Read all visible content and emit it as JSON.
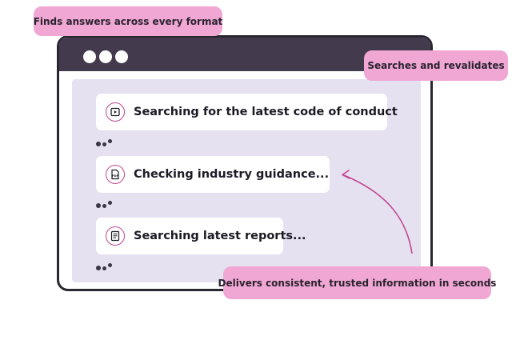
{
  "callouts": {
    "formats": "Finds answers across every format",
    "revalidate": "Searches and revalidates",
    "delivers": "Delivers consistent, trusted information in seconds"
  },
  "window": {
    "items": [
      {
        "icon": "video-play-icon",
        "label": "Searching for the latest code of conduct"
      },
      {
        "icon": "pdf-file-icon",
        "label": "Checking industry guidance..."
      },
      {
        "icon": "document-report-icon",
        "label": "Searching latest reports..."
      }
    ],
    "pdf_icon_text": "PDF"
  },
  "colors": {
    "accent": "#c2458f",
    "callout_bg": "#f0a7d3",
    "titlebar": "#433b4d",
    "panel": "#e6e1f1"
  }
}
